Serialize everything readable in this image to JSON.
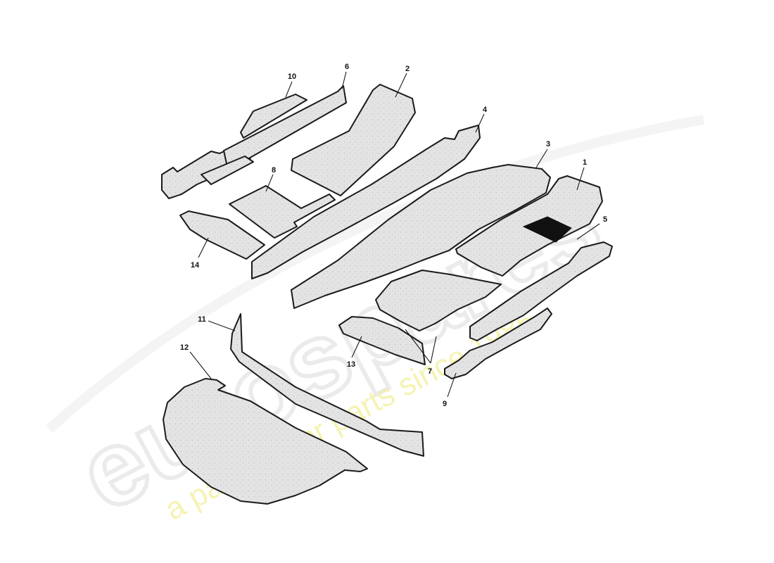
{
  "watermark": {
    "logo_text": "eurospares",
    "tagline": "a passion for parts since 1985"
  },
  "callouts": [
    {
      "id": "1",
      "label": "1"
    },
    {
      "id": "2",
      "label": "2"
    },
    {
      "id": "3",
      "label": "3"
    },
    {
      "id": "4",
      "label": "4"
    },
    {
      "id": "5",
      "label": "5"
    },
    {
      "id": "6",
      "label": "6"
    },
    {
      "id": "7",
      "label": "7"
    },
    {
      "id": "8",
      "label": "8"
    },
    {
      "id": "9",
      "label": "9"
    },
    {
      "id": "10",
      "label": "10"
    },
    {
      "id": "11",
      "label": "11"
    },
    {
      "id": "12",
      "label": "12"
    },
    {
      "id": "13",
      "label": "13"
    },
    {
      "id": "14",
      "label": "14"
    }
  ],
  "colors": {
    "carpet_fill": "#e6e6e6",
    "outline": "#1a1a1a",
    "cutout": "#111111",
    "watermark_tagline": "#f2ef9c"
  }
}
